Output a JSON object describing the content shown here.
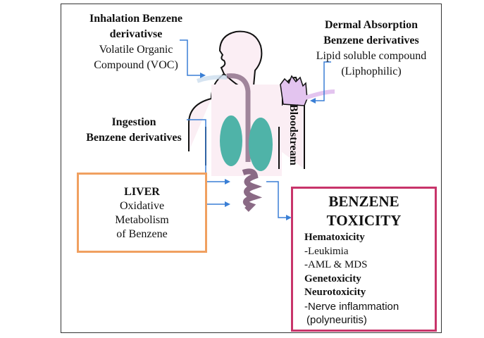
{
  "inhalation": {
    "title1": "Inhalation Benzene",
    "title2": "derivativse",
    "line1": "Volatile Organic",
    "line2": "Compound (VOC)"
  },
  "dermal": {
    "title1": "Dermal Absorption",
    "title2": "Benzene derivatives",
    "line1": "Lipid soluble compound",
    "line2": "(Liphophilic)"
  },
  "ingestion": {
    "title1": "Ingestion",
    "title2": "Benzene derivatives"
  },
  "bloodstream": "Bloodstream",
  "liver": {
    "title": "LIVER",
    "line1": "Oxidative",
    "line2": "Metabolism",
    "line3": "of Benzene"
  },
  "toxicity": {
    "title1": "BENZENE",
    "title2": "TOXICITY",
    "items": [
      "Hematoxicity",
      "-Leukimia",
      "-AML & MDS",
      "Genetoxicity",
      "Neurotoxicity",
      "-Nerve inflammation",
      "(polyneuritis)"
    ]
  },
  "colors": {
    "liver_border": "#f0a060",
    "toxicity_border": "#c8346a",
    "arrow": "#3a7fd5",
    "lungs": "#4fb3a8",
    "gut": "#8a6a85"
  }
}
